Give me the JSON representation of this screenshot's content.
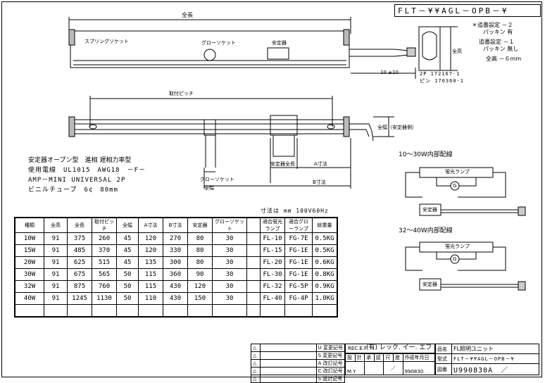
{
  "title_box": "FLT－¥¥AGL－OPB－¥",
  "notes": [
    "＊追番設定 －２",
    "パッキン 有",
    "追番設定 －１",
    "パッキン 無し",
    "全高 －６mm"
  ],
  "top_view": {
    "overall_length": "全長",
    "spring_socket": "スプリングソケット",
    "glow_socket": "グローソケット",
    "ballast": "安定器",
    "height": "全高",
    "lead_len": "10 ±10",
    "terminal_1": "2P 172167-1",
    "terminal_2": "ピン 170360-1"
  },
  "side_view": {
    "mount_pitch": "取付ピッチ",
    "ground_wire": "全幅（安定器側）",
    "glow_socket_width": "グローソケット",
    "glow_socket_width2": "全幅",
    "ballast_length": "安定器全長",
    "a_dim": "A寸法",
    "b_dim": "B寸法"
  },
  "spec_lines": [
    "安定器オープン型　進相 遅相力率型",
    "使用電線　UL1015　AWG18　－F－",
    "AMP－MINI UNIVERSAL 2P",
    "ビニルチューブ　6¢　80mm"
  ],
  "units_note": "寸法は mm 100V60Hz",
  "wiring": {
    "title1": "10～30W内部配線",
    "title2": "32～40W内部配線",
    "lamp": "蛍光ランプ",
    "glow": "G",
    "ballast": "安定器"
  },
  "table": {
    "headers": [
      "種類",
      "全高",
      "全長",
      "取付ピッチ",
      "全幅",
      "A寸法",
      "B寸法",
      "安定器",
      "グローソケット",
      "",
      "適合蛍光ランプ",
      "適合グローランプ",
      "総重量"
    ],
    "rows": [
      [
        "10W",
        "91",
        "375",
        "260",
        "45",
        "120",
        "270",
        "80",
        "30",
        "",
        "FL-10",
        "FG-7E",
        "0.5KG"
      ],
      [
        "15W",
        "91",
        "485",
        "370",
        "45",
        "120",
        "330",
        "80",
        "30",
        "",
        "FL-15",
        "FG-1E",
        "0.5KG"
      ],
      [
        "20W",
        "91",
        "625",
        "515",
        "45",
        "135",
        "300",
        "80",
        "30",
        "",
        "FL-20",
        "FG-1E",
        "0.6KG"
      ],
      [
        "30W",
        "91",
        "675",
        "565",
        "50",
        "115",
        "360",
        "90",
        "30",
        "",
        "FL-30",
        "FG-1E",
        "0.8KG"
      ],
      [
        "32W",
        "91",
        "875",
        "760",
        "50",
        "115",
        "430",
        "120",
        "30",
        "",
        "FL-32",
        "FG-5P",
        "0.9KG"
      ],
      [
        "40W",
        "91",
        "1245",
        "1130",
        "50",
        "110",
        "430",
        "150",
        "30",
        "",
        "FL-40",
        "FG-4P",
        "1.0KG"
      ],
      [
        "",
        "",
        "",
        "",
        "",
        "",
        "",
        "",
        "",
        "",
        "",
        "",
        ""
      ]
    ]
  },
  "title_block": {
    "rev_marks": [
      "△",
      "△",
      "△",
      "△",
      "△"
    ],
    "rev_labels": [
      "U 変更記号",
      "S 変更記号",
      "A 改訂記号",
      "C 改訂記号",
      "S 設計記号"
    ],
    "company": "(有) レック. イー. エフ",
    "company_tag": "REC.E.F",
    "item_label": "品名",
    "item_name": "FL照明ユニット",
    "model_label": "型式",
    "model": "FLT－¥¥AGL－OPB－¥",
    "drawing_label": "図番",
    "drawing_no": "U990830A",
    "header_cells": [
      "設",
      "計",
      "承",
      "認",
      "尺",
      "度",
      "作成年月日"
    ],
    "sign": "M.Y",
    "date": "990830",
    "scale": "／",
    "slash": "／"
  }
}
